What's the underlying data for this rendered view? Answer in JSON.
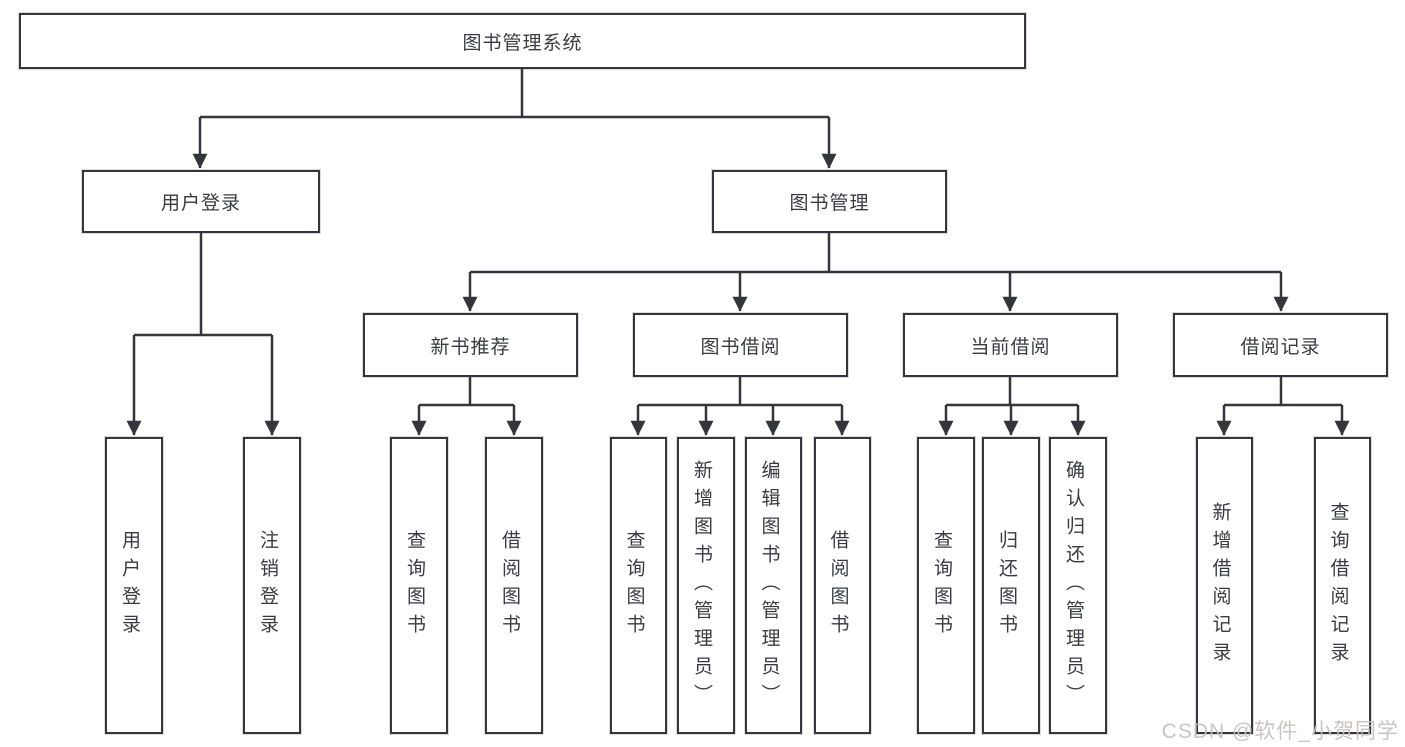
{
  "diagram_type": "hierarchy-tree",
  "tree": {
    "label": "图书管理系统",
    "children": [
      {
        "label": "用户登录",
        "children": [
          {
            "label": "用户登录"
          },
          {
            "label": "注销登录"
          }
        ]
      },
      {
        "label": "图书管理",
        "children": [
          {
            "label": "新书推荐",
            "children": [
              {
                "label": "查询图书"
              },
              {
                "label": "借阅图书"
              }
            ]
          },
          {
            "label": "图书借阅",
            "children": [
              {
                "label": "查询图书"
              },
              {
                "label": "新增图书（管理员）"
              },
              {
                "label": "编辑图书（管理员）"
              },
              {
                "label": "借阅图书"
              }
            ]
          },
          {
            "label": "当前借阅",
            "children": [
              {
                "label": "查询图书"
              },
              {
                "label": "归还图书"
              },
              {
                "label": "确认归还（管理员）"
              }
            ]
          },
          {
            "label": "借阅记录",
            "children": [
              {
                "label": "新增借阅记录"
              },
              {
                "label": "查询借阅记录"
              }
            ]
          }
        ]
      }
    ]
  },
  "watermark": {
    "text": "CSDN @软件_小贺同学"
  },
  "colors": {
    "background": "#ffffff",
    "line": "#35363b",
    "box_border": "#35363b",
    "text": "#3a3b42",
    "watermark": "#c8c0c0"
  }
}
